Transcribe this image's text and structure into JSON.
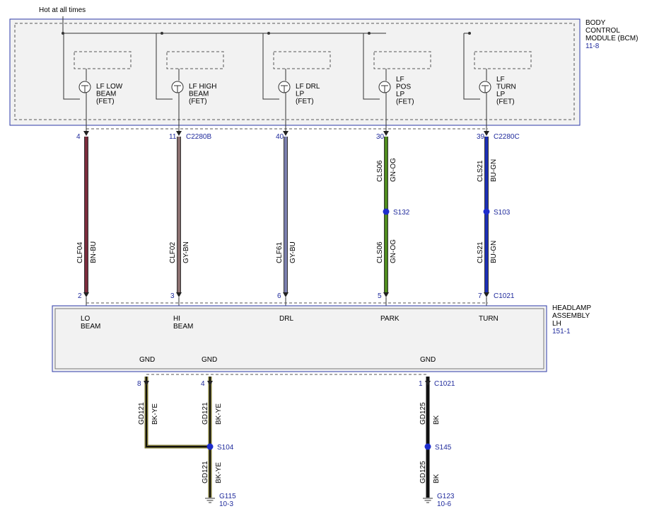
{
  "hot_label": "Hot at all times",
  "bcm": {
    "title_lines": [
      "BODY",
      "CONTROL",
      "MODULE (BCM)"
    ],
    "ref": "11-8",
    "fets": [
      {
        "lines": [
          "LF LOW",
          "BEAM",
          "(FET)"
        ]
      },
      {
        "lines": [
          "LF HIGH",
          "BEAM",
          "(FET)"
        ]
      },
      {
        "lines": [
          "LF DRL",
          "LP",
          "(FET)"
        ]
      },
      {
        "lines": [
          "LF",
          "POS",
          "LP",
          "(FET)"
        ]
      },
      {
        "lines": [
          "LF",
          "TURN",
          "LP",
          "(FET)"
        ]
      }
    ]
  },
  "wires": [
    {
      "pin_top": "4",
      "connector_top": "",
      "circuit": "CLF04",
      "color_code": "BN-BU",
      "stroke": "#7a2b3c",
      "pin_bottom": "2",
      "connector_bottom": "",
      "splice": "",
      "circuit2": "",
      "color_code2": ""
    },
    {
      "pin_top": "11",
      "connector_top": "C2280B",
      "circuit": "CLF02",
      "color_code": "GY-BN",
      "stroke": "#8b7070",
      "pin_bottom": "3",
      "connector_bottom": "",
      "splice": "",
      "circuit2": "",
      "color_code2": ""
    },
    {
      "pin_top": "40",
      "connector_top": "",
      "circuit": "CLF61",
      "color_code": "GY-BU",
      "stroke": "#7b7fae",
      "pin_bottom": "6",
      "connector_bottom": "",
      "splice": "",
      "circuit2": "",
      "color_code2": ""
    },
    {
      "pin_top": "30",
      "connector_top": "",
      "circuit": "CLS06",
      "color_code": "GN-OG",
      "stroke": "#4f8b1e",
      "pin_bottom": "5",
      "connector_bottom": "",
      "splice": "S132",
      "circuit2": "CLS06",
      "color_code2": "GN-OG"
    },
    {
      "pin_top": "39",
      "connector_top": "C2280C",
      "circuit": "CLS21",
      "color_code": "BU-GN",
      "stroke": "#1c2fb5",
      "pin_bottom": "7",
      "connector_bottom": "C1021",
      "splice": "S103",
      "circuit2": "CLS21",
      "color_code2": "BU-GN"
    }
  ],
  "headlamp": {
    "title_lines": [
      "HEADLAMP",
      "ASSEMBLY",
      "LH"
    ],
    "ref": "151-1",
    "functions": [
      {
        "lines": [
          "LO",
          "BEAM"
        ]
      },
      {
        "lines": [
          "HI",
          "BEAM"
        ]
      },
      {
        "lines": [
          "DRL"
        ]
      },
      {
        "lines": [
          "PARK"
        ]
      },
      {
        "lines": [
          "TURN"
        ]
      }
    ],
    "gnd_labels": [
      "GND",
      "GND",
      "GND"
    ]
  },
  "ground_wires": {
    "left": {
      "pin_a": "8",
      "pin_b": "4",
      "circuit": "GD121",
      "color_code": "BK-YE",
      "splice": "S104",
      "circuit2": "GD121",
      "color_code2": "BK-YE",
      "ground": "G115",
      "ground_ref": "10-3"
    },
    "right": {
      "pin": "1",
      "connector": "C1021",
      "circuit": "GD125",
      "color_code": "BK",
      "splice": "S145",
      "circuit2": "GD125",
      "color_code2": "BK",
      "ground": "G123",
      "ground_ref": "10-6"
    }
  }
}
